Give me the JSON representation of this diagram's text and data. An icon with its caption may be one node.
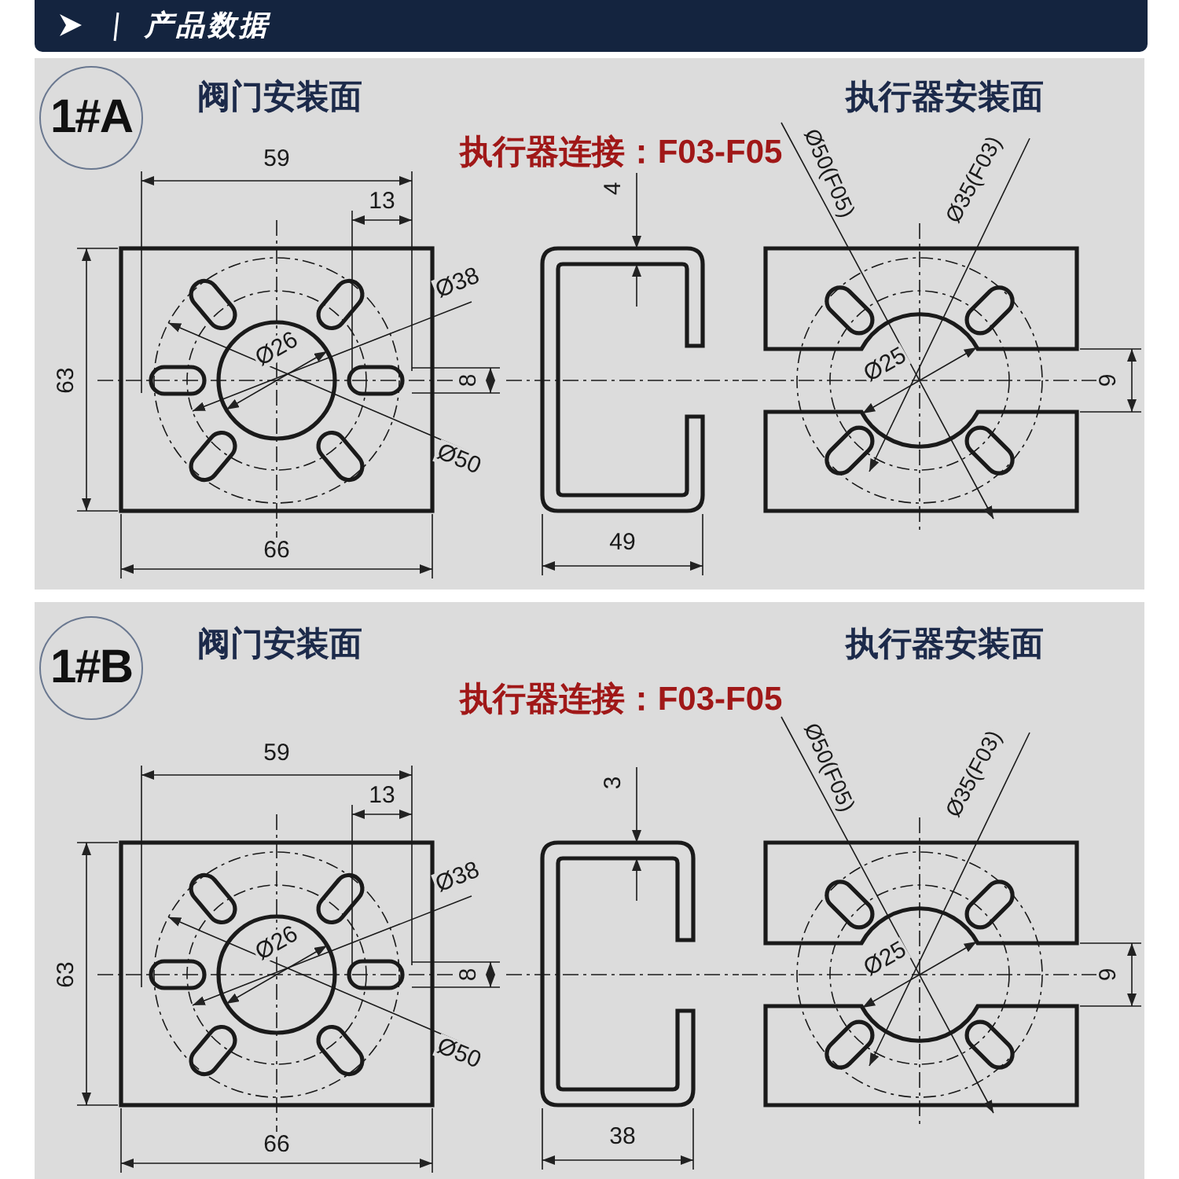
{
  "diagram": {
    "title": "产品数据",
    "nodes": [
      {
        "text": [
          "1#A"
        ]
      },
      {
        "text": [
          "1#B"
        ]
      }
    ],
    "labels": [
      "阀门安装面",
      "执行器安装面",
      "执行器连接：F03-F05",
      "59",
      "13",
      "4",
      "Ø50(F05)",
      "Ø35(F03)",
      "Ø38",
      "Ø26",
      "Ø25",
      "63",
      "8",
      "9",
      "Ø50",
      "66",
      "49",
      "阀门安装面",
      "执行器安装面",
      "执行器连接：F03-F05",
      "59",
      "13",
      "3",
      "Ø50(F05)",
      "Ø35(F03)",
      "Ø38",
      "Ø26",
      "Ø25",
      "63",
      "8",
      "9",
      "Ø50",
      "66",
      "38"
    ]
  }
}
